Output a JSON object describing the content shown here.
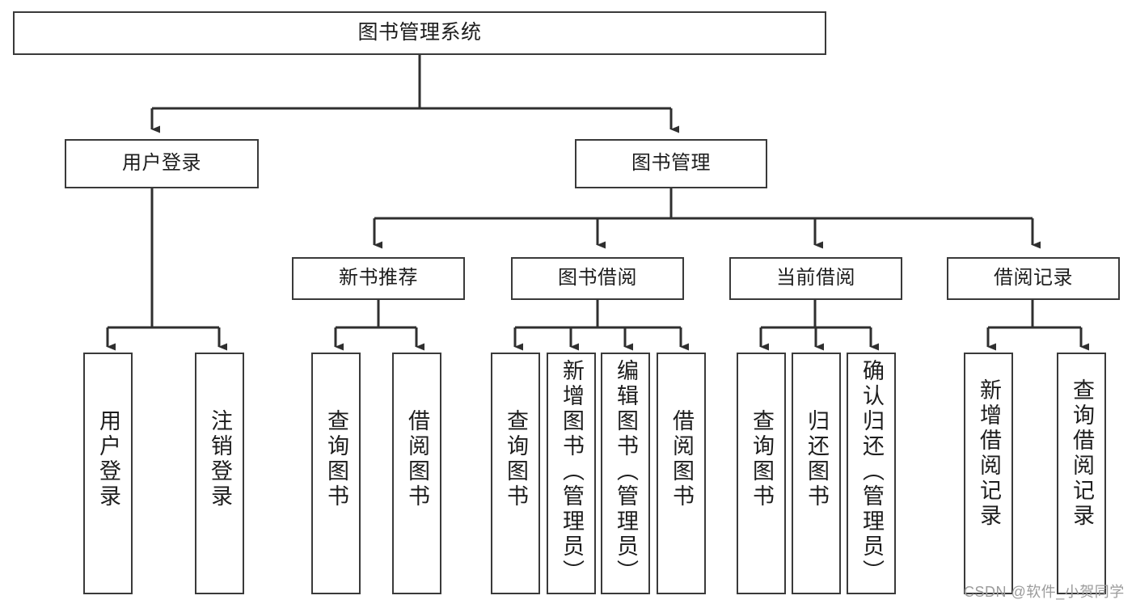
{
  "diagram": {
    "title": "图书管理系统",
    "type": "tree-structure-diagram",
    "orientation": "top-down",
    "colors": {
      "box_border": "#3a3a3a",
      "box_fill": "#ffffff",
      "edge": "#2f2f2f",
      "text": "#1d1d1d",
      "watermark": "#9b9b9b",
      "background": "#ffffff"
    }
  },
  "watermark": {
    "text": "CSDN @软件_小贺同学"
  },
  "nodes": {
    "root": {
      "label": "图书管理系统",
      "level": 0
    },
    "level1": [
      {
        "id": "user-login",
        "label": "用户登录"
      },
      {
        "id": "book-management",
        "label": "图书管理"
      }
    ],
    "level2": [
      {
        "id": "new-book-recommend",
        "label": "新书推荐"
      },
      {
        "id": "book-borrow",
        "label": "图书借阅"
      },
      {
        "id": "current-borrow",
        "label": "当前借阅"
      },
      {
        "id": "borrow-record",
        "label": "借阅记录"
      }
    ],
    "leaves": {
      "user-login": [
        {
          "id": "user-login-leaf",
          "label": "用户登录"
        },
        {
          "id": "logout-leaf",
          "label": "注销登录"
        }
      ],
      "new-book-recommend": [
        {
          "id": "query-books-1",
          "label": "查询图书"
        },
        {
          "id": "borrow-books-1",
          "label": "借阅图书"
        }
      ],
      "book-borrow": [
        {
          "id": "query-books-2",
          "label": "查询图书"
        },
        {
          "id": "add-book-admin",
          "label": "新增图书（管理员）"
        },
        {
          "id": "edit-book-admin",
          "label": "编辑图书（管理员）"
        },
        {
          "id": "borrow-books-2",
          "label": "借阅图书"
        }
      ],
      "current-borrow": [
        {
          "id": "query-books-3",
          "label": "查询图书"
        },
        {
          "id": "return-books",
          "label": "归还图书"
        },
        {
          "id": "confirm-return-admin",
          "label": "确认归还（管理员）"
        }
      ],
      "borrow-record": [
        {
          "id": "add-borrow-record",
          "label": "新增借阅记录"
        },
        {
          "id": "query-borrow-record",
          "label": "查询借阅记录"
        }
      ]
    }
  }
}
